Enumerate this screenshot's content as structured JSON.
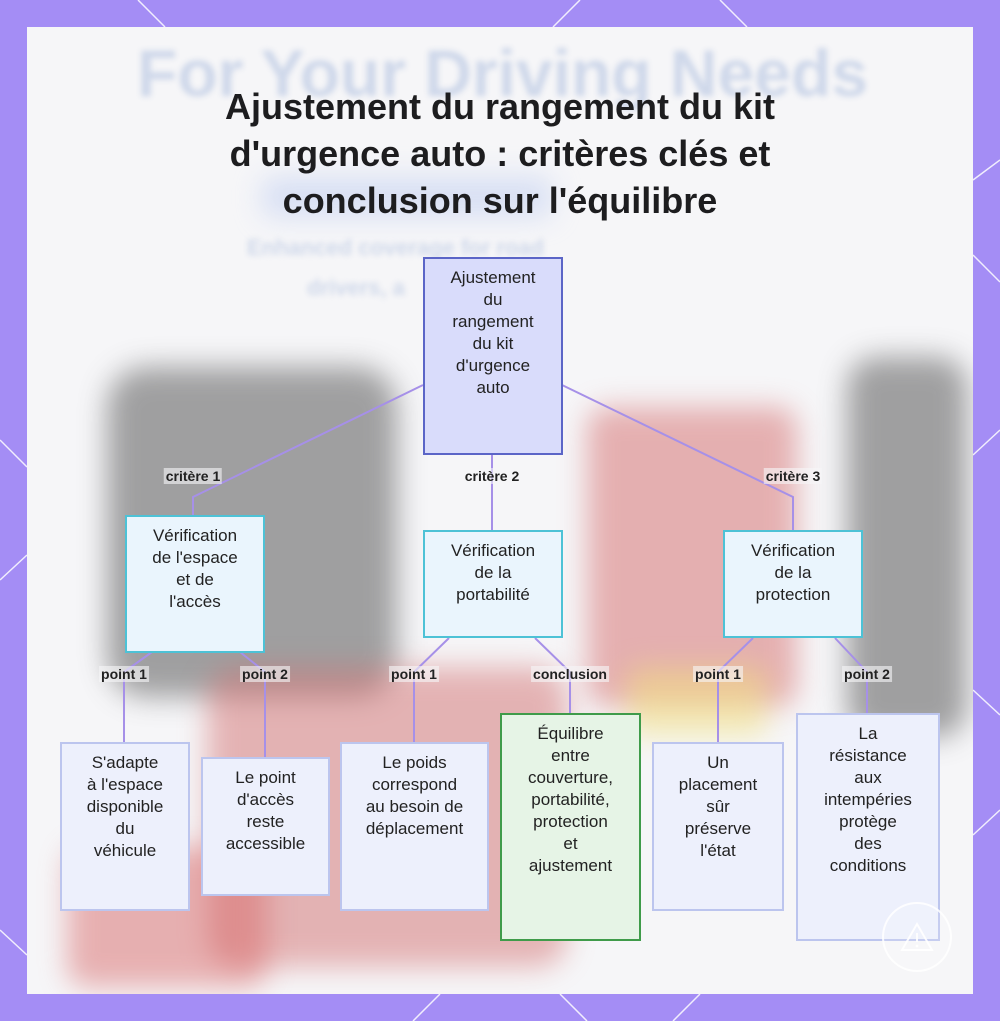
{
  "title_lines": [
    "Ajustement du rangement du kit",
    "d'urgence auto : critères clés et",
    "conclusion sur l'équilibre"
  ],
  "background_faded_texts": {
    "heading": "For Your Driving Needs",
    "subline_1": "Enhanced coverage for road",
    "subline_2": "drivers, a"
  },
  "nodes": {
    "root": [
      "Ajustement",
      "du",
      "rangement",
      "du kit",
      "d'urgence",
      "auto"
    ],
    "crit1": [
      "Vérification",
      "de l'espace",
      "et de",
      "l'accès"
    ],
    "crit2": [
      "Vérification",
      "de la",
      "portabilité"
    ],
    "crit3": [
      "Vérification",
      "de la",
      "protection"
    ],
    "leaf1": [
      "S'adapte",
      "à l'espace",
      "disponible",
      "du",
      "véhicule"
    ],
    "leaf2": [
      "Le point",
      "d'accès",
      "reste",
      "accessible"
    ],
    "leaf3": [
      "Le poids",
      "correspond",
      "au besoin de",
      "déplacement"
    ],
    "conclusion": [
      "Équilibre",
      "entre",
      "couverture,",
      "portabilité,",
      "protection",
      "et",
      "ajustement"
    ],
    "leaf5": [
      "Un",
      "placement",
      "sûr",
      "préserve",
      "l'état"
    ],
    "leaf6": [
      "La",
      "résistance",
      "aux",
      "intempéries",
      "protège",
      "des",
      "conditions"
    ]
  },
  "edge_labels": {
    "critere1": "critère 1",
    "critere2": "critère 2",
    "critere3": "critère 3",
    "c1_point1": "point 1",
    "c1_point2": "point 2",
    "c2_point1": "point 1",
    "c2_conclusion": "conclusion",
    "c3_point1": "point 1",
    "c3_point2": "point 2"
  },
  "colors": {
    "frame": "#a48df5",
    "edge": "#a690e8",
    "root_fill": "#d9dcfb",
    "root_border": "#5b65c7",
    "criteria_fill": "#eaf5fd",
    "criteria_border": "#4dc2d6",
    "leaf_fill": "#edf0fc",
    "leaf_border": "#bcc5ee",
    "conclusion_fill": "#e6f4e6",
    "conclusion_border": "#3f9b4a"
  },
  "logo_icon": "warning-triangle-icon"
}
